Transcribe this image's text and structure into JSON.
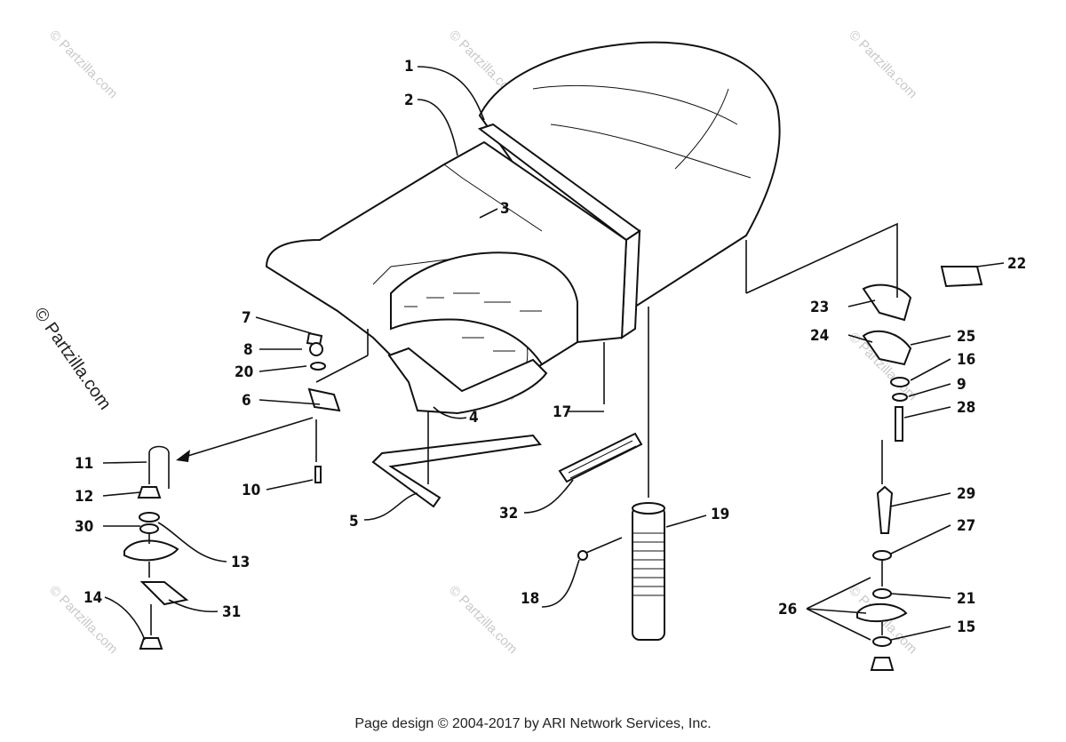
{
  "footer": "Page design © 2004-2017 by ARI Network Services, Inc.",
  "watermark": "© Partzilla.com",
  "callouts": [
    "1",
    "2",
    "3",
    "4",
    "5",
    "6",
    "7",
    "8",
    "9",
    "10",
    "11",
    "12",
    "13",
    "14",
    "15",
    "16",
    "17",
    "18",
    "19",
    "20",
    "21",
    "22",
    "23",
    "24",
    "25",
    "26",
    "27",
    "28",
    "29",
    "30",
    "31",
    "32"
  ]
}
